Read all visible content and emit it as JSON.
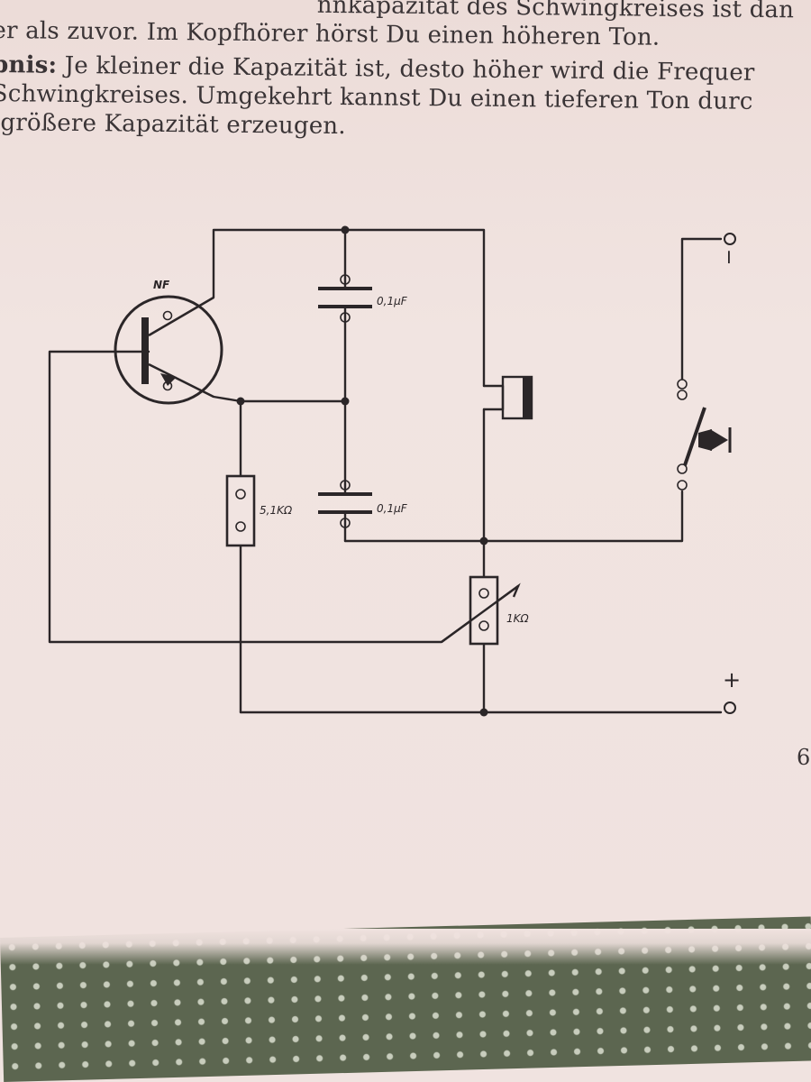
{
  "text": {
    "line1": "nnkapazität des Schwingkreises ist dan",
    "line2": "er als zuvor. Im Kopfhörer hörst Du einen höheren Ton.",
    "line3_bold": "bnis:",
    "line3": " Je kleiner die Kapazität ist, desto höher wird die Frequer",
    "line4": " Schwingkreises. Umgekehrt kannst Du einen tieferen Ton durc",
    "line5": "größere Kapazität erzeugen."
  },
  "diagram": {
    "transistor_label": "NF",
    "capacitor_top_label": "0,1µF",
    "capacitor_bottom_label": "0,1µF",
    "resistor_label": "5,1KΩ",
    "potentiometer_label": "1KΩ",
    "terminal_minus": "−",
    "terminal_plus": "+"
  },
  "page_number": "6",
  "colors": {
    "paper": "#f0e3e0",
    "ink": "#2b2628",
    "fabric": "#5c6650"
  }
}
